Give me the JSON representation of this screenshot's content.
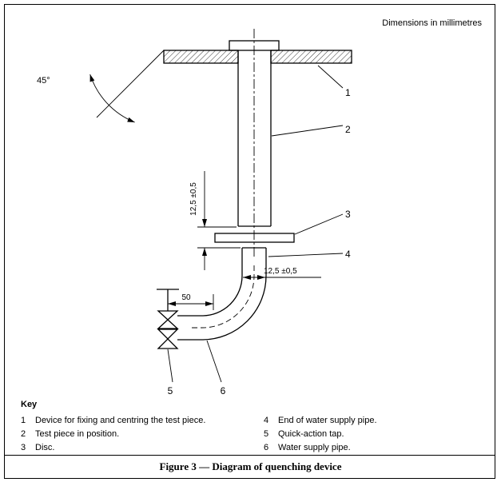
{
  "note": "Dimensions in millimetres",
  "figure": {
    "caption": "Figure 3 — Diagram of quenching device"
  },
  "key": {
    "title": "Key",
    "items_left": [
      {
        "num": "1",
        "label": "Device for fixing and centring the test piece."
      },
      {
        "num": "2",
        "label": "Test piece in position."
      },
      {
        "num": "3",
        "label": "Disc."
      }
    ],
    "items_right": [
      {
        "num": "4",
        "label": "End of water supply pipe."
      },
      {
        "num": "5",
        "label": "Quick-action tap."
      },
      {
        "num": "6",
        "label": "Water supply pipe."
      }
    ]
  },
  "drawing": {
    "labels": {
      "angle": "45°",
      "gap_dim": "12,5 ±0,5",
      "bore_dim": "12,5 ±0,5",
      "tap_distance": "50",
      "ref1": "1",
      "ref2": "2",
      "ref3": "3",
      "ref4": "4",
      "ref5": "5",
      "ref6": "6"
    }
  }
}
